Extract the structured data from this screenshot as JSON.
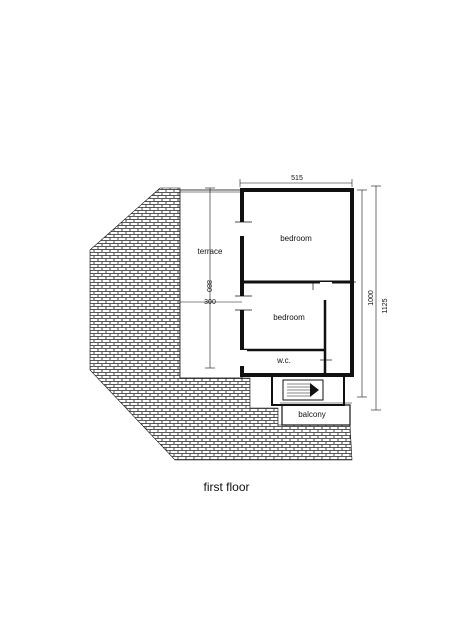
{
  "drawing": {
    "caption": "first floor",
    "rooms": {
      "terrace": "terrace",
      "bedroom_upper": "bedroom",
      "bedroom_lower": "bedroom",
      "wc": "w.c.",
      "balcony": "balcony"
    },
    "dimensions": {
      "width_top": "515",
      "terrace_length": "880",
      "terrace_width": "300",
      "inner_length": "1000",
      "overall_length": "1125"
    },
    "colors": {
      "line": "#111111",
      "brick": "#222222",
      "background": "#ffffff"
    }
  }
}
